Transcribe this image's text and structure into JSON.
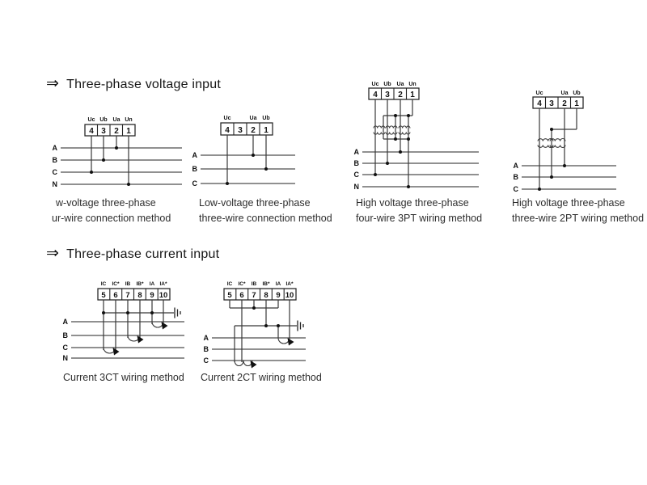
{
  "sections": [
    {
      "arrow": "⇒",
      "title": "Three-phase voltage input"
    },
    {
      "arrow": "⇒",
      "title": "Three-phase current input"
    }
  ],
  "diagrams": {
    "d1": {
      "terminal_labels": [
        "Uc",
        "Ub",
        "Ua",
        "Un"
      ],
      "terminals": [
        "4",
        "3",
        "2",
        "1"
      ],
      "phases": [
        "A",
        "B",
        "C",
        "N"
      ],
      "caption": [
        "w-voltage three-phase",
        "ur-wire connection method"
      ]
    },
    "d2": {
      "terminal_labels": [
        "Uc",
        "Ua",
        "Ub"
      ],
      "terminals": [
        "4",
        "3",
        "2",
        "1"
      ],
      "phases": [
        "A",
        "B",
        "C"
      ],
      "caption": [
        "Low-voltage three-phase",
        "three-wire connection method"
      ]
    },
    "d3": {
      "terminal_labels": [
        "Uc",
        "Ub",
        "Ua",
        "Un"
      ],
      "terminals": [
        "4",
        "3",
        "2",
        "1"
      ],
      "phases": [
        "A",
        "B",
        "C",
        "N"
      ],
      "caption": [
        "High voltage three-phase",
        "four-wire 3PT wiring method"
      ]
    },
    "d4": {
      "terminal_labels": [
        "Uc",
        "Ua",
        "Ub"
      ],
      "terminals": [
        "4",
        "3",
        "2",
        "1"
      ],
      "phases": [
        "A",
        "B",
        "C"
      ],
      "caption": [
        "High voltage three-phase",
        "three-wire 2PT wiring method"
      ]
    },
    "d5": {
      "terminal_labels": [
        "IC",
        "IC*",
        "IB",
        "IB*",
        "IA",
        "IA*"
      ],
      "terminals": [
        "5",
        "6",
        "7",
        "8",
        "9",
        "10"
      ],
      "phases": [
        "A",
        "B",
        "C",
        "N"
      ],
      "caption": [
        "Current 3CT wiring method"
      ]
    },
    "d6": {
      "terminal_labels": [
        "IC",
        "IC*",
        "IB",
        "IB*",
        "IA",
        "IA*"
      ],
      "terminals": [
        "5",
        "6",
        "7",
        "8",
        "9",
        "10"
      ],
      "phases": [
        "A",
        "B",
        "C"
      ],
      "caption": [
        "Current 2CT wiring method"
      ]
    }
  }
}
